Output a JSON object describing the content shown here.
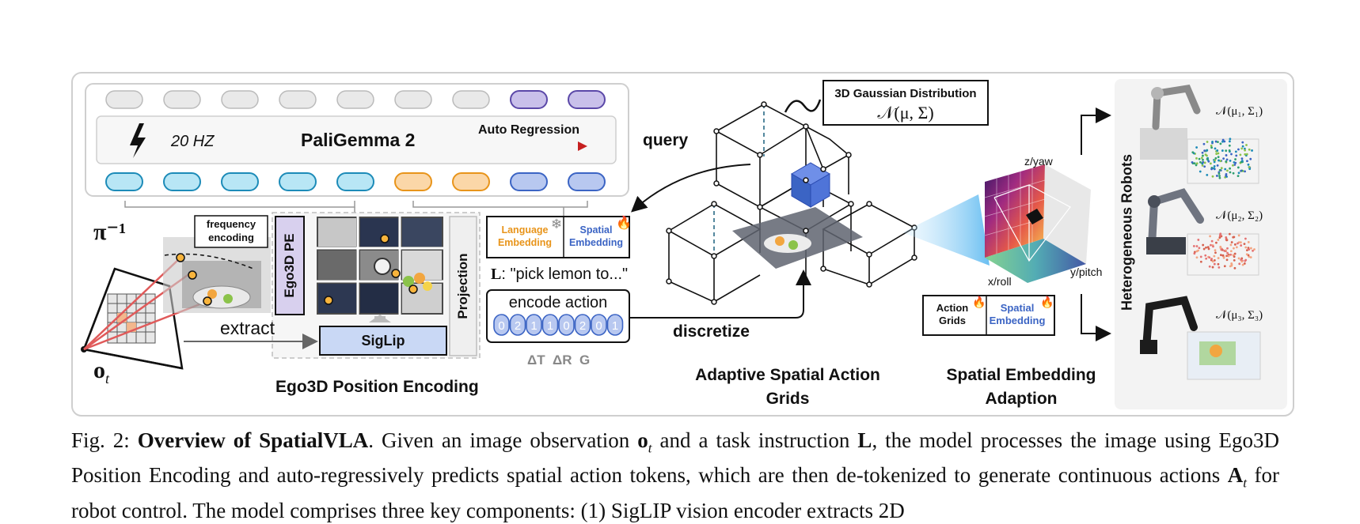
{
  "llm": {
    "hz": "20 HZ",
    "model": "PaliGemma 2",
    "auto_regression": "Auto Regression"
  },
  "inverse_label": "π⁻¹",
  "obs_label": "o",
  "obs_sub": "t",
  "freq_encoding": [
    "frequency",
    "encoding"
  ],
  "ego3d_pe": "Ego3D PE",
  "projection": "Projection",
  "siglip": "SigLip",
  "extract": "extract",
  "ego3d_title": "Ego3D Position Encoding",
  "language_embedding": [
    "Language",
    "Embedding"
  ],
  "spatial_embedding": [
    "Spatial",
    "Embedding"
  ],
  "instruction_bold": "L",
  "instruction_text": ": \"pick lemon to...\"",
  "encode_action": "encode action",
  "action_tokens": [
    "0",
    "2",
    "1",
    "1",
    "0",
    "2",
    "0",
    "1"
  ],
  "delta_labels": "ΔT  ΔR  G",
  "query": "query",
  "discretize": "discretize",
  "gaussian_title": "3D Gaussian Distribution",
  "gaussian_formula": "𝒩(μ, Σ)",
  "axes": {
    "z": "z/yaw",
    "x": "x/roll",
    "y": "y/pitch"
  },
  "action_grids": [
    "Action",
    "Grids"
  ],
  "spatial_embedding2": [
    "Spatial",
    "Embedding"
  ],
  "adaptive_title": [
    "Adaptive Spatial Action",
    "Grids"
  ],
  "sea_title": [
    "Spatial Embedding",
    "Adaption"
  ],
  "hetero_title": "Heterogeneous Robots",
  "robot_formulas": [
    "𝒩(μ₁, Σ₁)",
    "𝒩(μ₂, Σ₂)",
    "𝒩(μ₃, Σ₃)"
  ],
  "caption": {
    "prefix": "Fig. 2: ",
    "bold": "Overview of SpatialVLA",
    "text1": ". Given an image observation ",
    "ot": "o",
    "ot_sub": "t",
    "text2": " and a task instruction ",
    "L": "L",
    "text3": ", the model processes the image using Ego3D Position Encoding and auto-regressively predicts spatial action tokens, which are then de-tokenized to generate continuous actions ",
    "At": "A",
    "At_sub": "t",
    "text4": " for robot control. The model comprises three key components: (1) SigLIP vision encoder extracts 2D"
  },
  "colors": {
    "token_cyan": "#b8e6f5",
    "token_cyan_border": "#1c8bb8",
    "token_orange": "#fbd7a8",
    "token_orange_border": "#e8941a",
    "token_blue": "#b8c8f0",
    "token_blue_border": "#3b64c4",
    "token_purple": "#c9c0ea",
    "token_purple_border": "#5b48a8",
    "token_gray": "#e9e9e9",
    "siglip_fill": "#c9d8f5",
    "ego3d_fill": "#d8d0ee"
  }
}
